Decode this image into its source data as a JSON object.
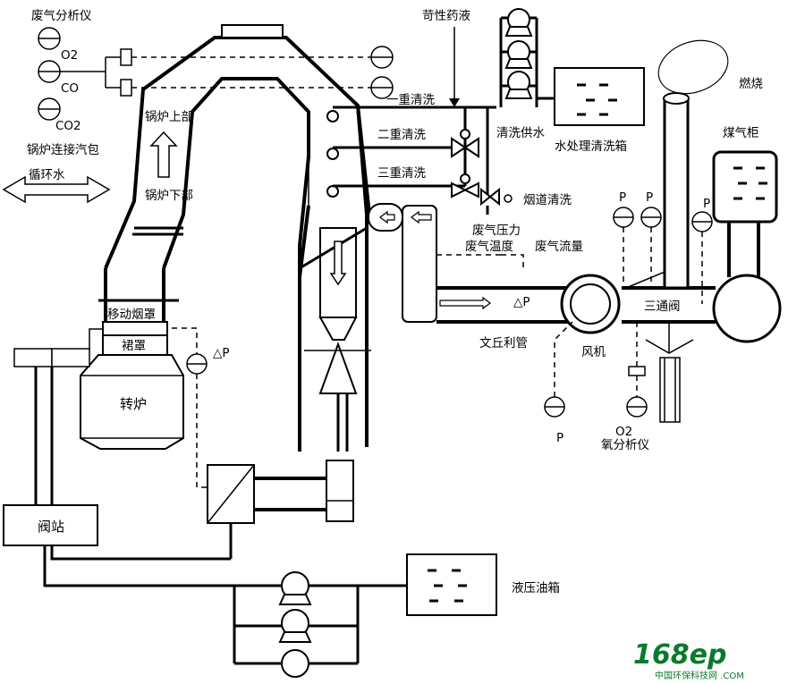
{
  "labels": {
    "analyzer": "废气分析仪",
    "o2": "O2",
    "co": "CO",
    "co2": "CO2",
    "boiler_upper": "锅炉上部",
    "boiler_lower": "锅炉下部",
    "boiler_link": "锅炉连接汽包",
    "circ_water": "循环水",
    "caustic": "苛性药液",
    "wash1": "一重清洗",
    "wash2": "二重清洗",
    "wash3": "三重清洗",
    "wash_supply": "清洗供水",
    "water_tank": "水处理清洗箱",
    "flue_wash": "烟道清洗",
    "gas_pressure": "废气压力",
    "gas_temp": "废气温度",
    "gas_flow": "废气流量",
    "dp": "△P",
    "dp2": "△P",
    "hood_move": "移动烟罩",
    "skirt": "裙罩",
    "converter": "转炉",
    "valve_station": "阀站",
    "venturi": "文丘利管",
    "fan": "风机",
    "three_way": "三通阀",
    "burn": "燃烧",
    "gas_holder": "煤气柜",
    "p1": "P",
    "p2": "P",
    "p3": "P",
    "p4": "P",
    "o2_bottom": "O2",
    "o2_analyzer": "氧分析仪",
    "hyd_tank": "液压油箱"
  },
  "logo": {
    "brand": "168ep",
    "sub": "中国环保科技网 .COM"
  }
}
